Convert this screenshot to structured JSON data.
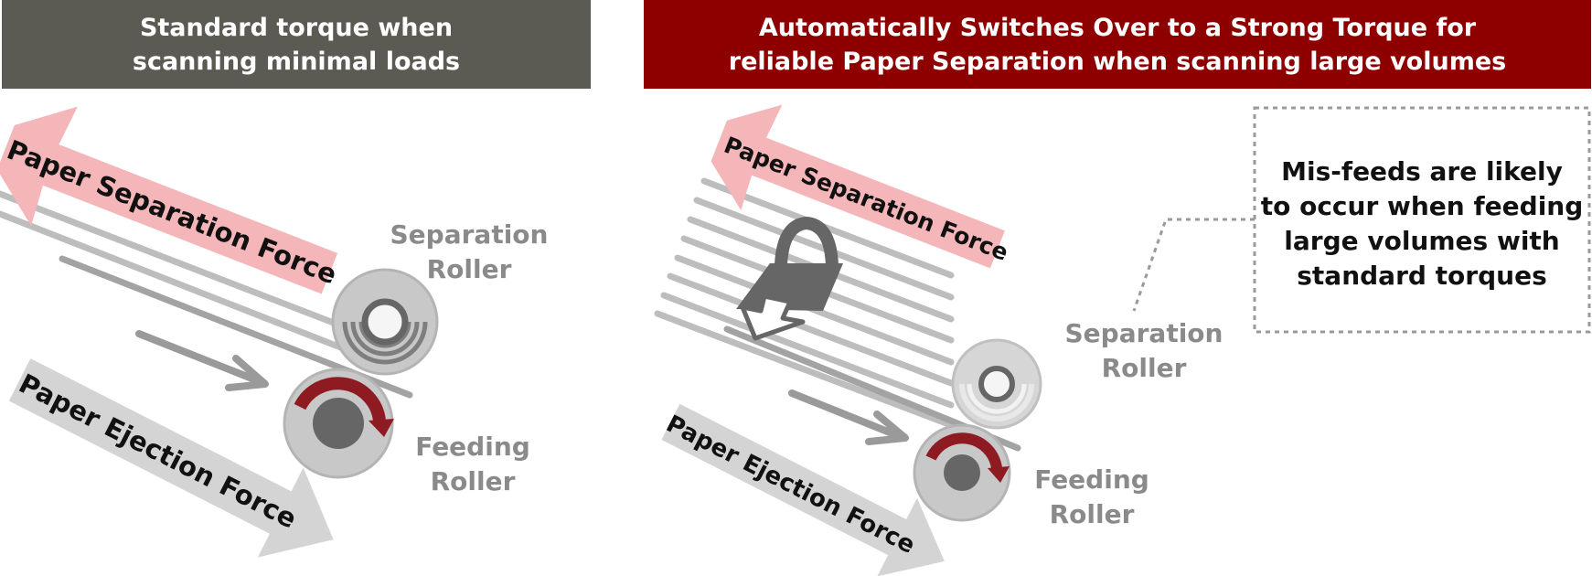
{
  "headers": {
    "left": {
      "line1": "Standard torque when",
      "line2": "scanning minimal loads"
    },
    "right": {
      "line1": "Automatically Switches Over to a Strong Torque for",
      "line2": "reliable Paper Separation when scanning large volumes"
    }
  },
  "left_panel": {
    "separation_force_label": "Paper Separation Force",
    "ejection_force_label": "Paper Ejection Force",
    "separation_roller": {
      "line1": "Separation",
      "line2": "Roller"
    },
    "feeding_roller": {
      "line1": "Feeding",
      "line2": "Roller"
    }
  },
  "right_panel": {
    "separation_force_label": "Paper Separation Force",
    "ejection_force_label": "Paper Ejection Force",
    "separation_roller": {
      "line1": "Separation",
      "line2": "Roller"
    },
    "feeding_roller": {
      "line1": "Feeding",
      "line2": "Roller"
    },
    "callout": {
      "line1": "Mis-feeds are likely",
      "line2": "to occur when feeding",
      "line3": "large volumes with",
      "line4": "standard torques"
    }
  },
  "colors": {
    "header_left": "#5b5a53",
    "header_right": "#8e0000",
    "separation_arrow": "#f4b6b8",
    "ejection_arrow": "#d4d4d4",
    "torque_arc": "#8e1a22",
    "roller": "#c8c8c8",
    "paper_line": "#bdbdbd",
    "weight_icon": "#666666"
  }
}
